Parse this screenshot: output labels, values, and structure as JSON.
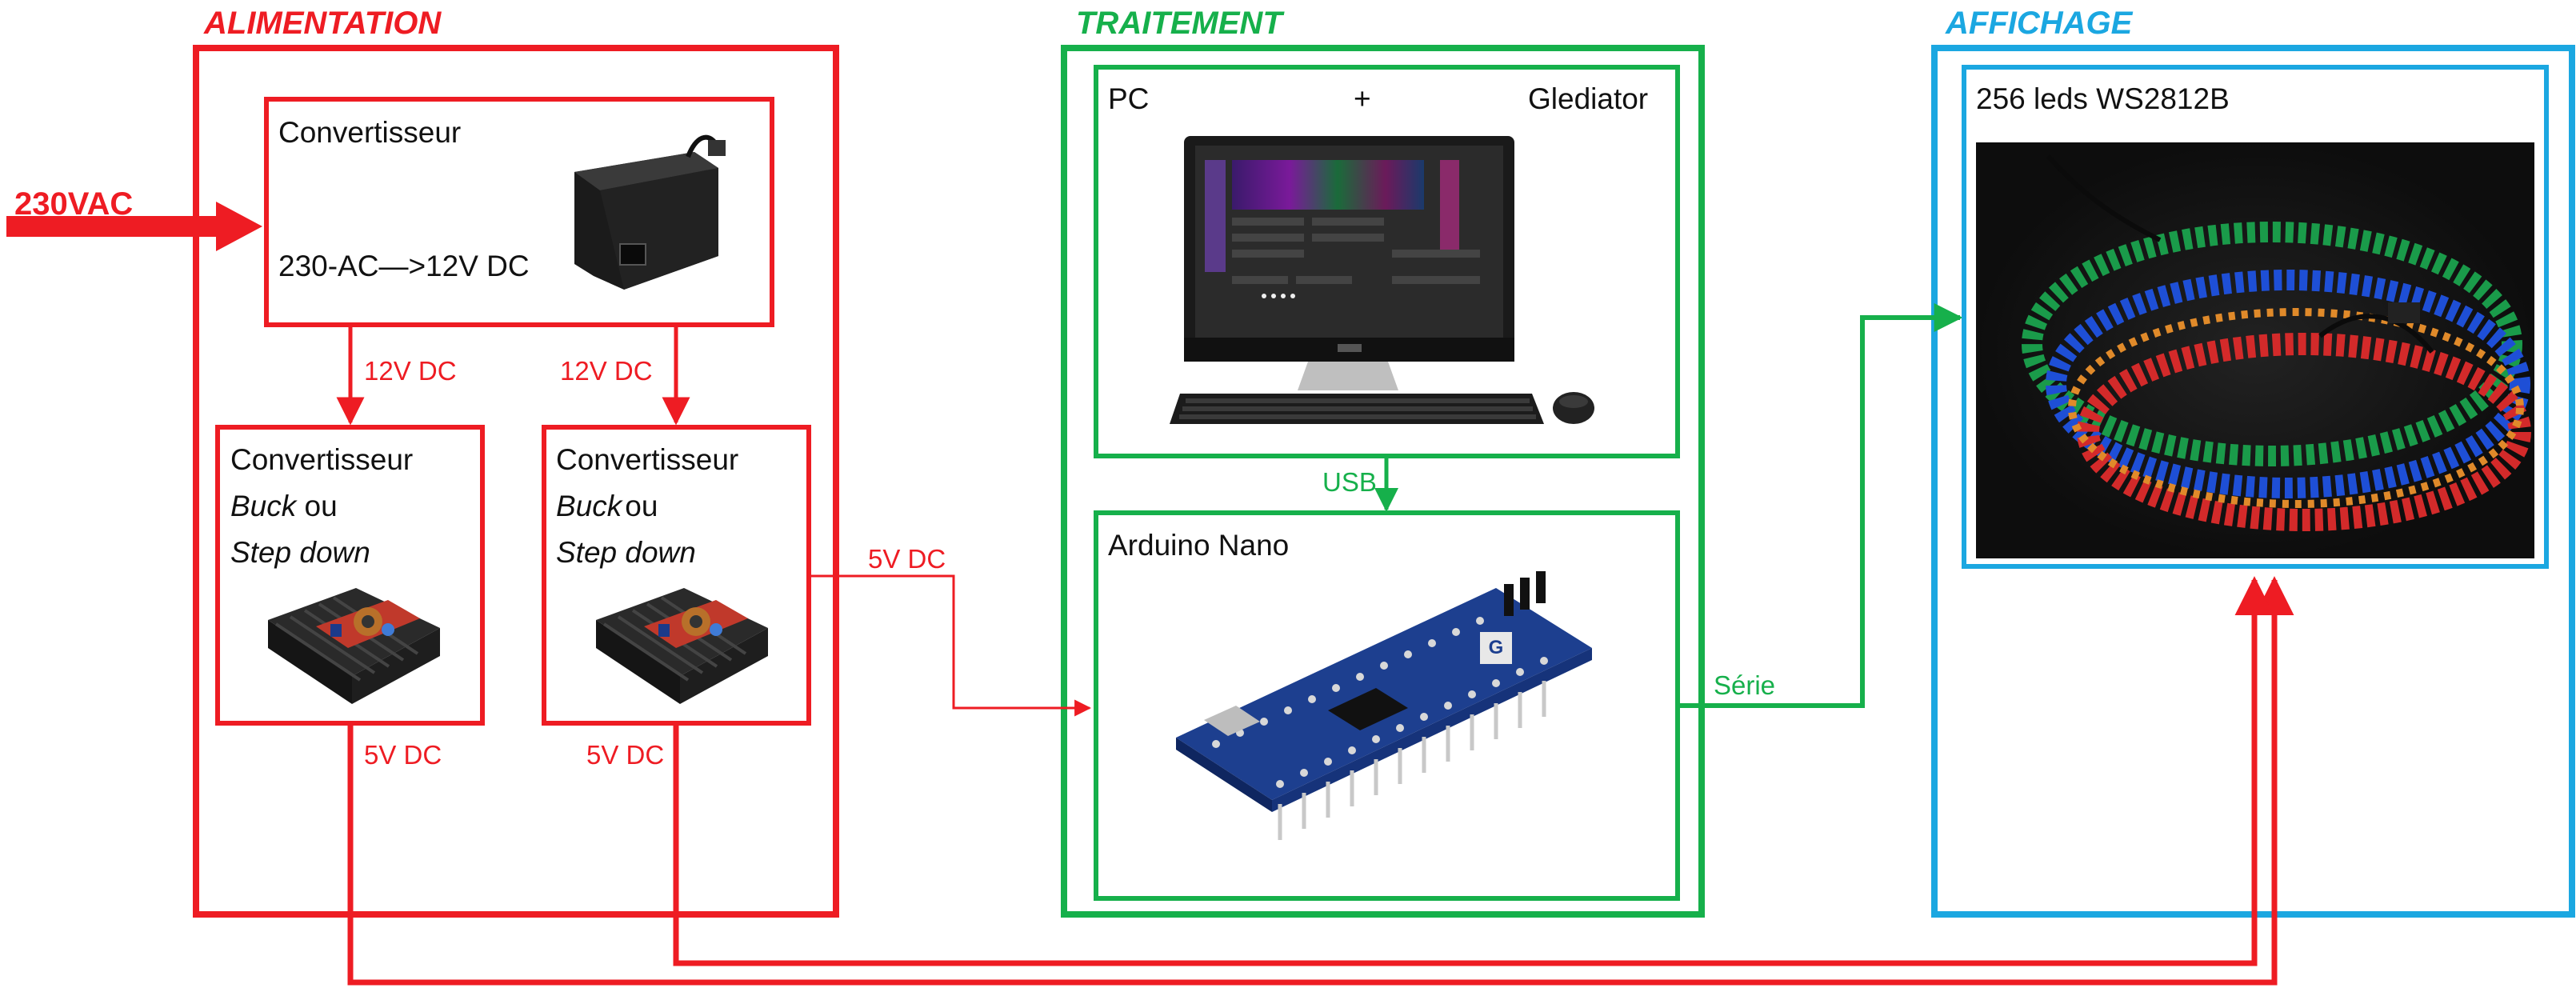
{
  "colors": {
    "power": "#ee1c23",
    "processing": "#16b04b",
    "display": "#1ba7e1"
  },
  "sections": {
    "power": {
      "title": "ALIMENTATION"
    },
    "processing": {
      "title": "TRAITEMENT"
    },
    "display": {
      "title": "AFFICHAGE"
    }
  },
  "input": {
    "label": "230VAC"
  },
  "converter_main": {
    "title": "Convertisseur",
    "subtitle": "230-AC—>12V DC",
    "image_icon": "power-brick-adapter"
  },
  "buck_left": {
    "line1": "Convertisseur",
    "line2_italic": "Buck",
    "line2_rest": " ou",
    "line3_italic": "Step down",
    "image_icon": "buck-converter-module"
  },
  "buck_right": {
    "line1": "Convertisseur",
    "line2_italic": "Buck",
    "line2_rest": "ou",
    "line3_italic": "Step down",
    "image_icon": "buck-converter-module"
  },
  "pc_box": {
    "left": "PC",
    "center": "+",
    "right": "Glediator",
    "image_icon": "desktop-computer"
  },
  "arduino_box": {
    "title": "Arduino Nano",
    "image_icon": "arduino-nano-board"
  },
  "leds_box": {
    "title": "256 leds WS2812B",
    "image_icon": "led-strip-photo"
  },
  "wires": {
    "v12_left": "12V DC",
    "v12_right": "12V DC",
    "v5_left": "5V DC",
    "v5_right": "5V DC",
    "v5_arduino": "5V DC",
    "usb": "USB",
    "serial": "Série"
  }
}
